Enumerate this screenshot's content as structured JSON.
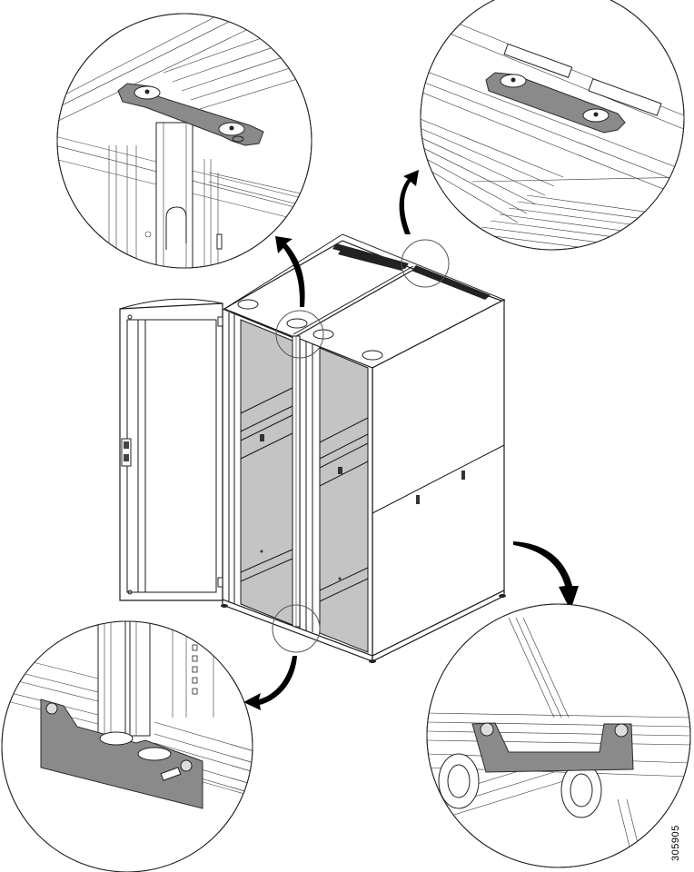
{
  "figure": {
    "id_label": "305905",
    "colors": {
      "plate": "#8a8a8a",
      "glass": "#c4c4c4",
      "line": "#1a1a1a",
      "background": "#ffffff"
    },
    "callouts": [
      {
        "name": "top-left-detail",
        "icon": "joining-bracket-top-front"
      },
      {
        "name": "top-right-detail",
        "icon": "joining-bracket-top-rear"
      },
      {
        "name": "bottom-left-detail",
        "icon": "joining-bracket-bottom-front"
      },
      {
        "name": "bottom-right-detail",
        "icon": "joining-bracket-bottom-rear"
      }
    ]
  }
}
